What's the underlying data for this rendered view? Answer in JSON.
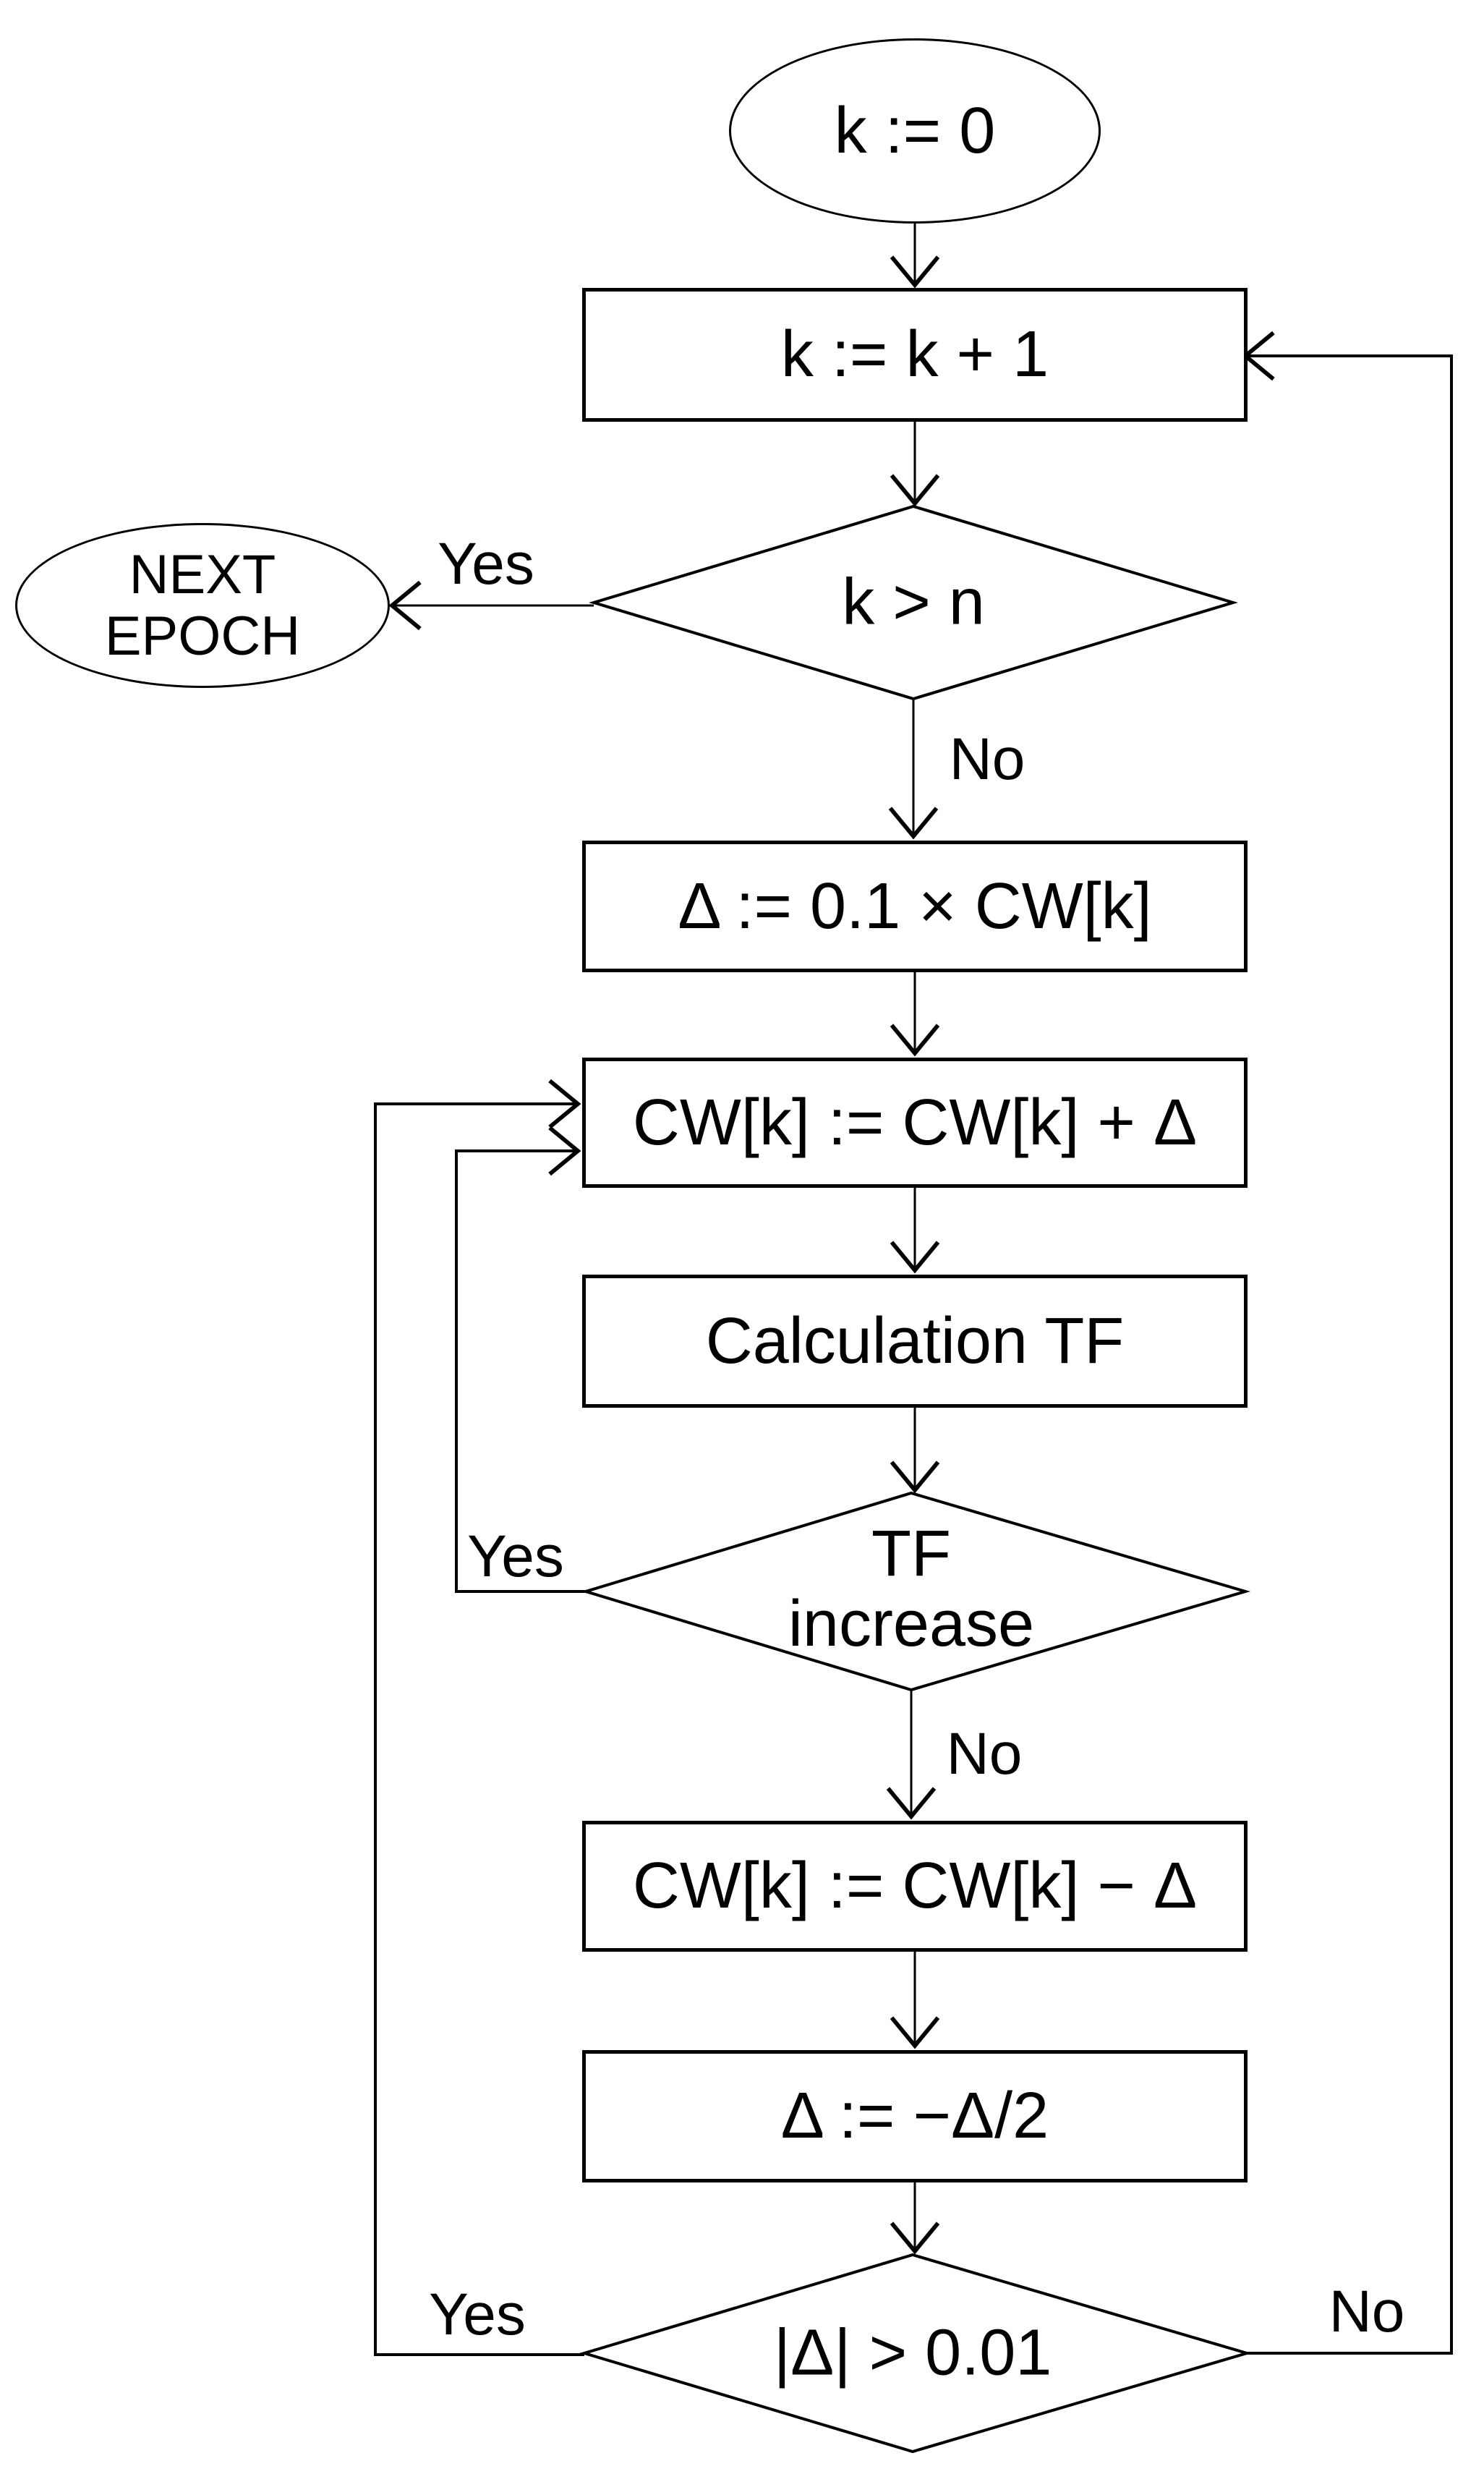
{
  "figure": {
    "kind": "flowchart",
    "background_color": "#ffffff",
    "line_color": "#000000"
  },
  "nodes": {
    "start": {
      "shape": "ellipse",
      "label": "k := 0"
    },
    "increment": {
      "shape": "rect",
      "label": "k := k + 1"
    },
    "epoch_check": {
      "shape": "diamond",
      "label": "k > n"
    },
    "next_epoch": {
      "shape": "ellipse",
      "line1": "NEXT",
      "line2": "EPOCH"
    },
    "init_delta": {
      "shape": "rect",
      "label": "Δ := 0.1 × CW[k]"
    },
    "add_delta": {
      "shape": "rect",
      "label": "CW[k] := CW[k] + Δ"
    },
    "calc_tf": {
      "shape": "rect",
      "label": "Calculation TF"
    },
    "tf_check": {
      "shape": "diamond",
      "line1": "TF",
      "line2": "increase"
    },
    "sub_delta": {
      "shape": "rect",
      "label": "CW[k] := CW[k] − Δ"
    },
    "halve_delta": {
      "shape": "rect",
      "label": "Δ := −Δ/2"
    },
    "delta_check": {
      "shape": "diamond",
      "label": "|Δ| > 0.01"
    }
  },
  "edge_labels": {
    "epoch_yes": "Yes",
    "epoch_no": "No",
    "tf_yes": "Yes",
    "tf_no": "No",
    "delta_yes": "Yes",
    "delta_no": "No"
  }
}
